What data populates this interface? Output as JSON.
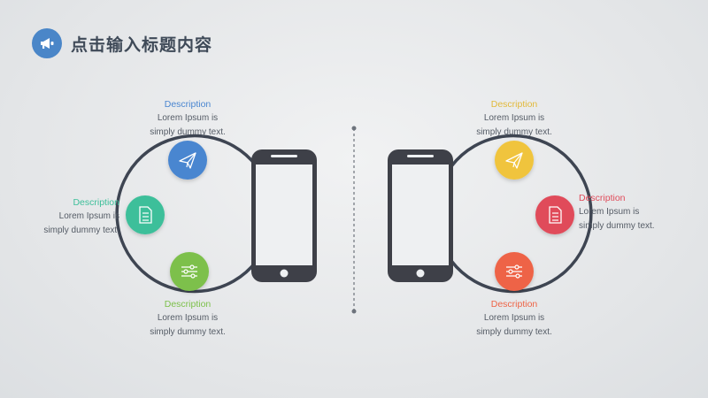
{
  "header": {
    "title": "点击输入标题内容",
    "icon": "megaphone-icon",
    "icon_color": "#4a86c8"
  },
  "colors": {
    "blue": "#4a86d0",
    "teal": "#3dbf9a",
    "green": "#7dc04b",
    "yellow": "#f0c43c",
    "red": "#e04b5a",
    "orange": "#ee6446",
    "ring": "#3e4552",
    "phone": "#3e4048"
  },
  "left": {
    "top": {
      "desc": "Description",
      "line1": "Lorem Ipsum is",
      "line2": "simply dummy text.",
      "color": "#4a86d0",
      "icon": "paper-plane-icon"
    },
    "middle": {
      "desc": "Description",
      "line1": "Lorem Ipsum is",
      "line2": "simply dummy text.",
      "color": "#3dbf9a",
      "icon": "document-icon"
    },
    "bottom": {
      "desc": "Description",
      "line1": "Lorem Ipsum is",
      "line2": "simply dummy text.",
      "color": "#7dc04b",
      "icon": "sliders-icon"
    }
  },
  "right": {
    "top": {
      "desc": "Description",
      "line1": "Lorem Ipsum is",
      "line2": "simply dummy text.",
      "color": "#e2b93a",
      "icon": "paper-plane-icon"
    },
    "middle": {
      "desc": "Description",
      "line1": "Lorem Ipsum is",
      "line2": "simply dummy text.",
      "color": "#e04b5a",
      "icon": "document-icon"
    },
    "bottom": {
      "desc": "Description",
      "line1": "Lorem Ipsum is",
      "line2": "simply dummy text.",
      "color": "#ee6446",
      "icon": "sliders-icon"
    }
  }
}
